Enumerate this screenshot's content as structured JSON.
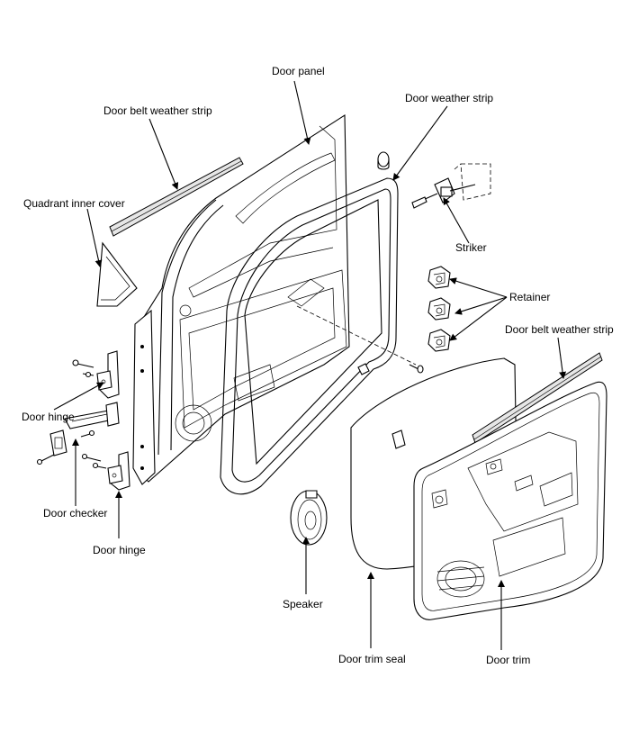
{
  "labels": {
    "door_panel": "Door panel",
    "door_weather_strip": "Door weather strip",
    "door_belt_weather_strip_top": "Door belt weather strip",
    "quadrant_inner_cover": "Quadrant inner cover",
    "striker": "Striker",
    "retainer": "Retainer",
    "door_belt_weather_strip_right": "Door belt weather strip",
    "door_hinge_upper": "Door hinge",
    "door_checker": "Door checker",
    "door_hinge_lower": "Door hinge",
    "speaker": "Speaker",
    "door_trim_seal": "Door trim seal",
    "door_trim": "Door trim"
  }
}
